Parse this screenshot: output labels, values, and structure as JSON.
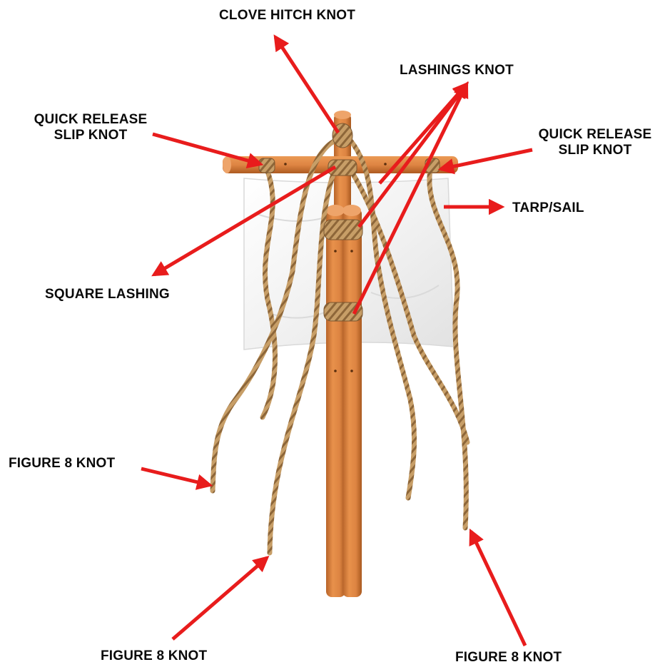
{
  "labels": {
    "clove_hitch": "CLOVE HITCH KNOT",
    "lashings": "LASHINGS KNOT",
    "quick_release_left": [
      "QUICK RELEASE",
      "SLIP KNOT"
    ],
    "quick_release_right": [
      "QUICK RELEASE",
      "SLIP KNOT"
    ],
    "tarp": "TARP/SAIL",
    "square_lashing": "SQUARE LASHING",
    "figure8_left": "FIGURE 8 KNOT",
    "figure8_bottom_left": "FIGURE 8 KNOT",
    "figure8_bottom_right": "FIGURE 8 KNOT"
  },
  "colors": {
    "arrow": "#e81c1c",
    "wood": "#e08a45",
    "wood_dark": "#b9652a",
    "rope": "#c49a64",
    "rope_dark": "#8a6436",
    "tarp": "#f4f4f4"
  }
}
